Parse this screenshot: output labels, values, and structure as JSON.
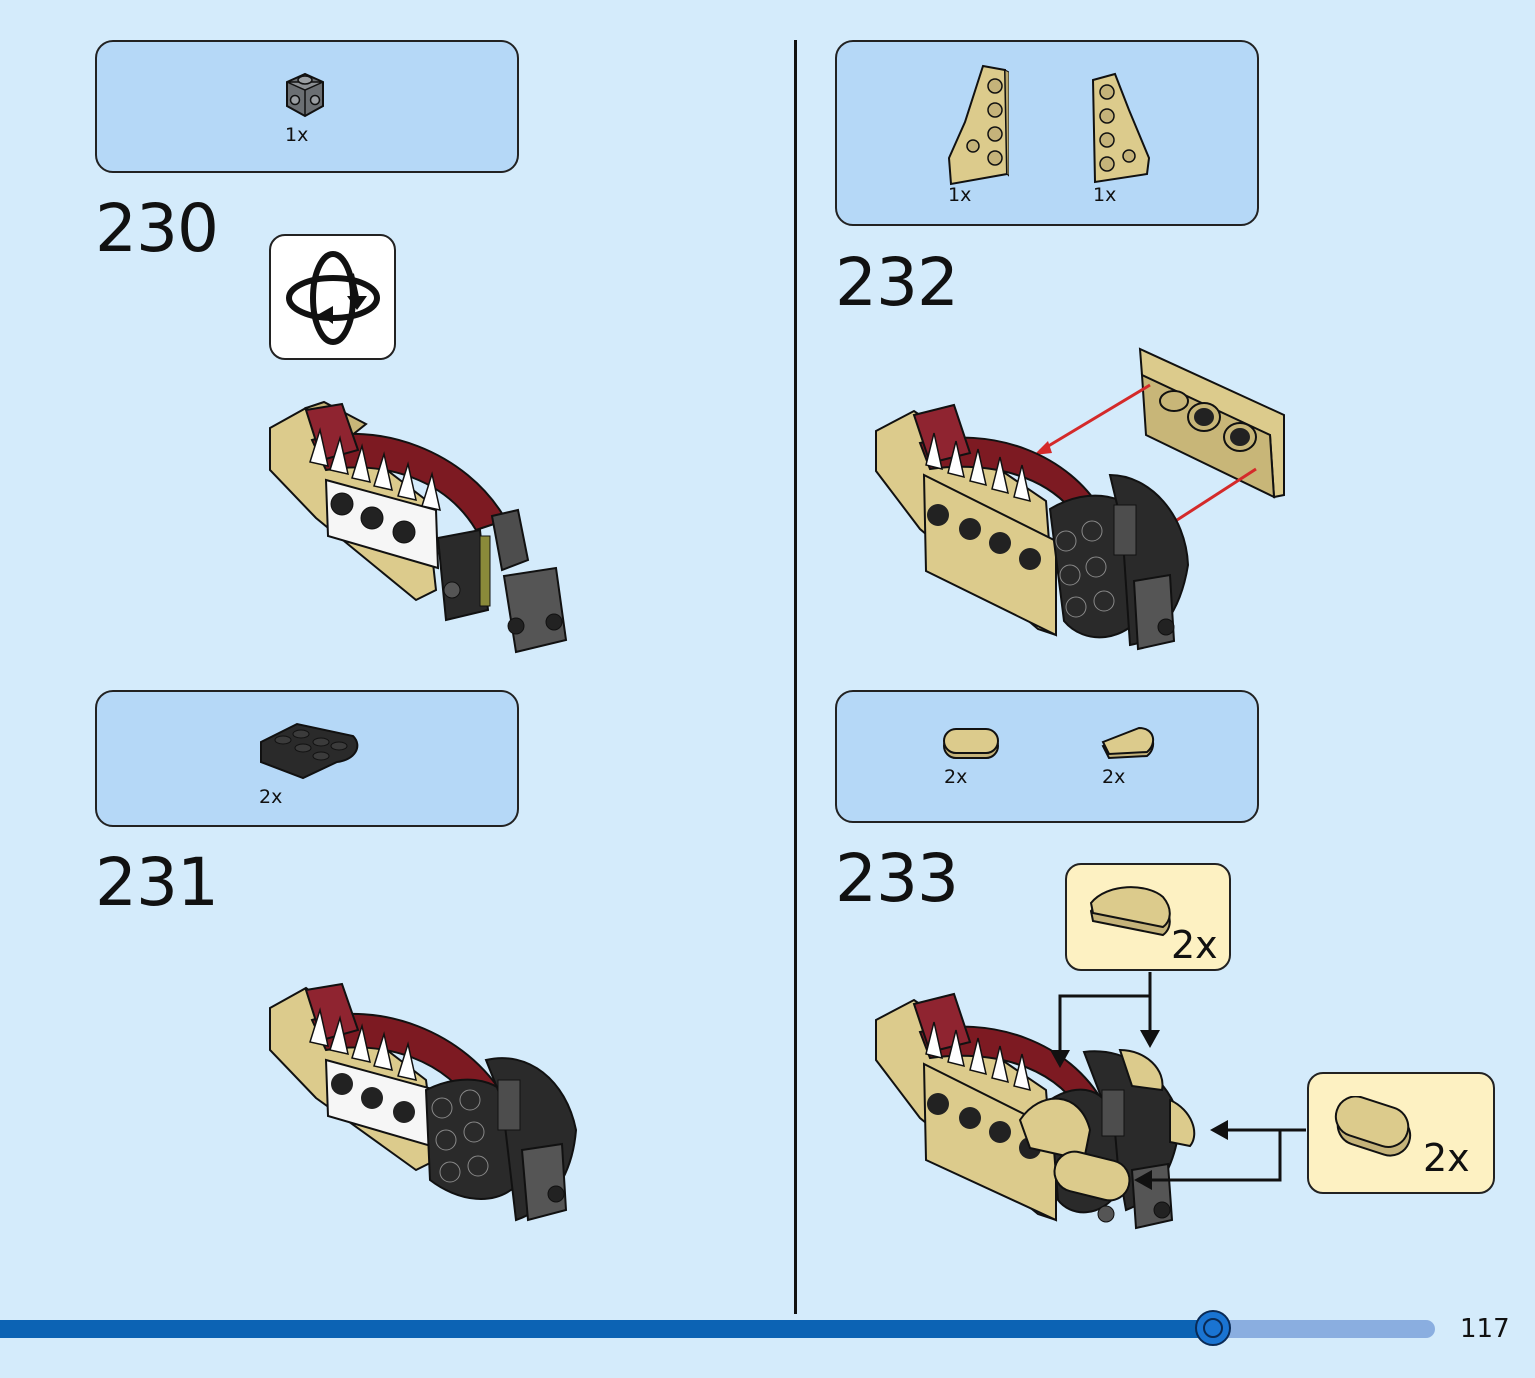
{
  "steps": [
    {
      "number": "230",
      "parts": [
        {
          "qty": "1x",
          "icon": "dark-gray-brick-1x1-studs-on-sides-icon"
        }
      ],
      "has_rotate": true
    },
    {
      "number": "231",
      "parts": [
        {
          "qty": "2x",
          "icon": "black-plate-round-corner-icon"
        }
      ]
    },
    {
      "number": "232",
      "parts": [
        {
          "qty": "1x",
          "icon": "tan-wedge-plate-left-icon"
        },
        {
          "qty": "1x",
          "icon": "tan-wedge-plate-right-icon"
        }
      ]
    },
    {
      "number": "233",
      "parts": [
        {
          "qty": "2x",
          "icon": "tan-tile-round-1x2-icon"
        },
        {
          "qty": "2x",
          "icon": "tan-tile-half-round-icon"
        }
      ]
    }
  ],
  "callouts": [
    {
      "qty": "2x",
      "icon": "tan-tile-half-round-icon"
    },
    {
      "qty": "2x",
      "icon": "tan-tile-round-1x2-icon"
    }
  ],
  "progress": {
    "fraction": 0.845
  },
  "page_number": "117",
  "colors": {
    "background": "#d4ebfb",
    "parts_box": "#b5d8f7",
    "callout": "#fdf1c2",
    "progress_fill": "#0c63b4",
    "arrow_red": "#d42a2a",
    "tan": "#dccb8c",
    "dark_red": "#7d1a22"
  }
}
